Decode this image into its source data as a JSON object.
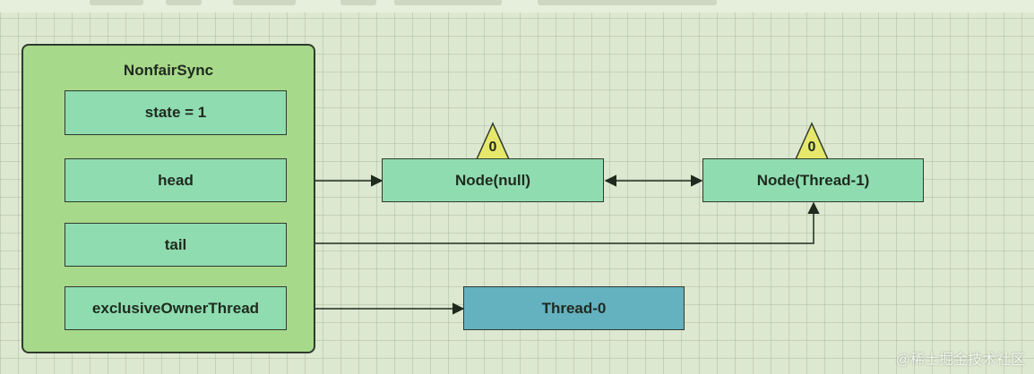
{
  "outer": {
    "title": "NonfairSync"
  },
  "fields": {
    "state": "state = 1",
    "head": "head",
    "tail": "tail",
    "owner": "exclusiveOwnerThread"
  },
  "nodes": {
    "null_node": "Node(null)",
    "thread1_node": "Node(Thread-1)",
    "thread0": "Thread-0"
  },
  "markers": {
    "null_node_status": "0",
    "thread1_node_status": "0"
  },
  "watermark": "@稀土掘金技术社区",
  "colors": {
    "outer_fill": "#a7d98a",
    "field_fill": "#8fdcb0",
    "thread0_fill": "#64b1c0",
    "triangle_fill": "#e5e86a"
  }
}
